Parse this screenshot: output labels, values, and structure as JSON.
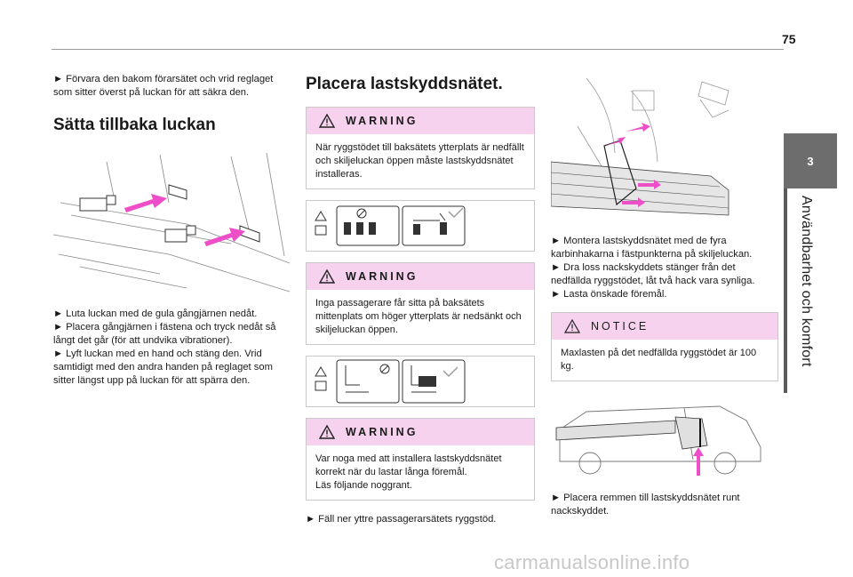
{
  "page": {
    "number": "75"
  },
  "chapter": {
    "number": "3",
    "title": "Användbarhet och komfort"
  },
  "col1": {
    "intro": "► Förvara den bakom förarsätet och vrid reglaget som sitter överst på luckan för att säkra den.",
    "heading": "Sätta tillbaka luckan",
    "instructions": [
      "► Luta luckan med de gula gångjärnen nedåt.",
      "► Placera gångjärnen i fästena och tryck nedåt så långt det går (för att undvika vibrationer).",
      "► Lyft luckan med en hand och stäng den. Vrid samtidigt med den andra handen på reglaget som sitter längst upp på luckan för att spärra den."
    ]
  },
  "col2": {
    "heading": "Placera lastskyddsnätet.",
    "warning1": {
      "label": "WARNING",
      "text": "När ryggstödet till baksätets ytterplats är nedfällt och skiljeluckan öppen måste lastskyddsnätet installeras."
    },
    "warning2": {
      "label": "WARNING",
      "text": "Inga passagerare får sitta på baksätets mittenplats om höger ytterplats är nedsänkt och skiljeluckan öppen."
    },
    "warning3": {
      "label": "WARNING",
      "text": "Var noga med att installera lastskyddsnätet korrekt när du lastar långa föremål.\nLäs följande noggrant."
    },
    "step": "► Fäll ner yttre passagerarsätets ryggstöd."
  },
  "col3": {
    "steps1": [
      "► Montera lastskyddsnätet med de fyra karbinhakarna i fästpunkterna på skiljeluckan.",
      "► Dra loss nackskyddets stänger från det nedfällda ryggstödet, låt två hack vara synliga.",
      "► Lasta önskade föremål."
    ],
    "notice": {
      "label": "NOTICE",
      "text": "Maxlasten på det nedfällda ryggstödet är 100 kg."
    },
    "step2": "► Placera remmen till lastskyddsnätet runt nackskyddet."
  },
  "watermark": "carmanualsonline.info",
  "colors": {
    "accent": "#f7d2ef",
    "arrow": "#ee4fc8",
    "tab": "#6d6d6d"
  }
}
